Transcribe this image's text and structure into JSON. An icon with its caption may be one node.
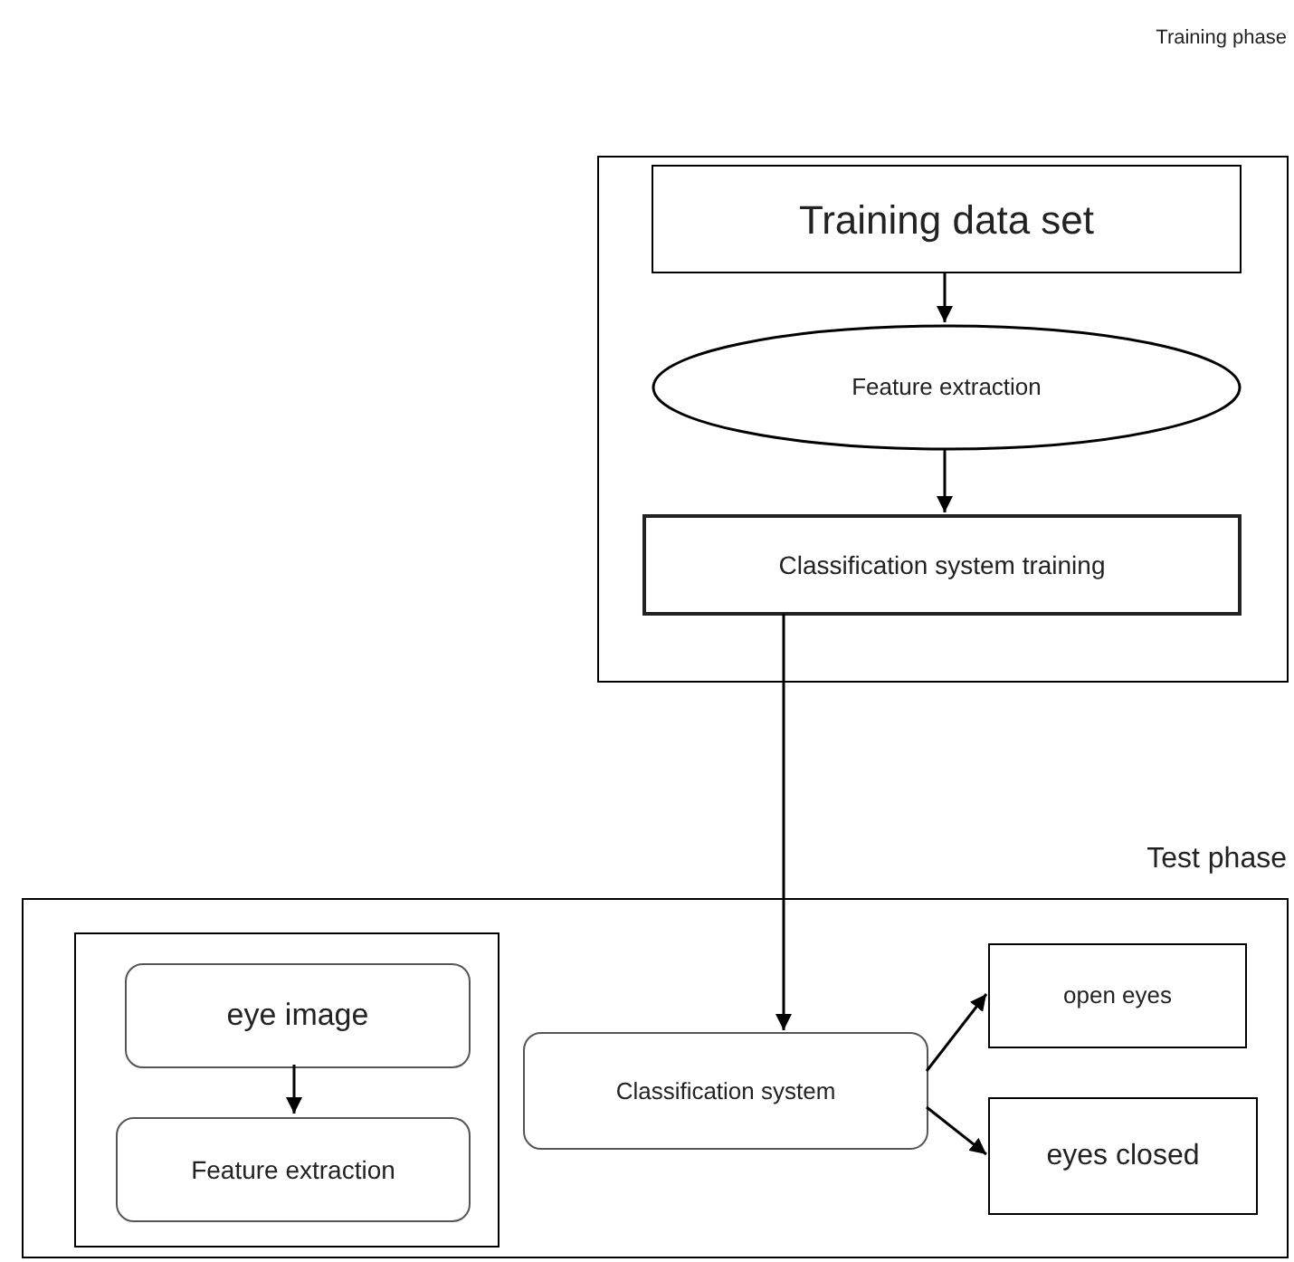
{
  "diagram": {
    "nodes": [
      {
        "text": [],
        "shape": "box"
      },
      {
        "text": [
          "Training data set"
        ],
        "in": 0
      },
      {
        "text": [
          "Feature extraction"
        ],
        "in": 0
      },
      {
        "text": [
          "Classification system training"
        ],
        "in": 0
      },
      {
        "text": [
          "Test phase"
        ]
      },
      {
        "text": [],
        "shape": "box",
        "in": 4
      },
      {
        "text": [
          "eye image"
        ],
        "in": 5
      },
      {
        "text": [
          "Feature extraction"
        ],
        "in": 5
      },
      {
        "text": [
          "Classification system"
        ],
        "in": 4
      },
      {
        "text": [
          "open eyes"
        ],
        "in": 4
      },
      {
        "text": [
          "eyes closed"
        ],
        "in": 4
      }
    ],
    "edges": [
      {
        "from": 1,
        "to": 2,
        "arrow": "to"
      },
      {
        "from": 2,
        "to": 3,
        "arrow": "to"
      },
      {
        "from": 3,
        "to": 8,
        "arrow": "to"
      },
      {
        "from": 6,
        "to": 7,
        "arrow": "to"
      },
      {
        "from": 8,
        "to": 9,
        "arrow": "to"
      },
      {
        "from": 8,
        "to": 10,
        "arrow": "to"
      }
    ],
    "labels": [
      "Training phase"
    ]
  }
}
